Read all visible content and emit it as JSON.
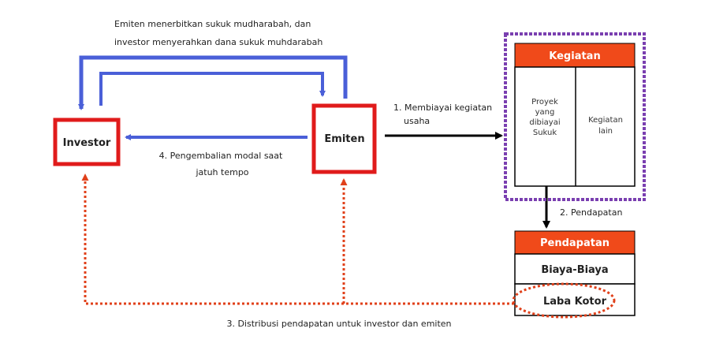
{
  "colors": {
    "red": "#e01b1b",
    "blue": "#4a5fd8",
    "orange": "#f04a1a",
    "purple": "#7a3fb0",
    "dotted_red": "#e0401a"
  },
  "nodes": {
    "investor": "Investor",
    "emiten": "Emiten"
  },
  "kegiatan": {
    "header": "Kegiatan",
    "left_lines": [
      "Proyek",
      "yang",
      "dibiayai",
      "Sukuk"
    ],
    "right_lines": [
      "Kegiatan",
      "lain"
    ]
  },
  "pendapatan": {
    "header": "Pendapatan",
    "row1": "Biaya-Biaya",
    "row2": "Laba Kotor"
  },
  "labels": {
    "top_line1": "Emiten menerbitkan sukuk mudharabah, dan",
    "top_line2": "investor menyerahkan dana sukuk muhdarabah",
    "step1_line1": "1. Membiayai kegiatan",
    "step1_line2": "usaha",
    "step2": "2. Pendapatan",
    "step3": "3. Distribusi pendapatan untuk investor dan emiten",
    "step4_line1": "4. Pengembalian modal saat",
    "step4_line2": "jatuh tempo"
  }
}
